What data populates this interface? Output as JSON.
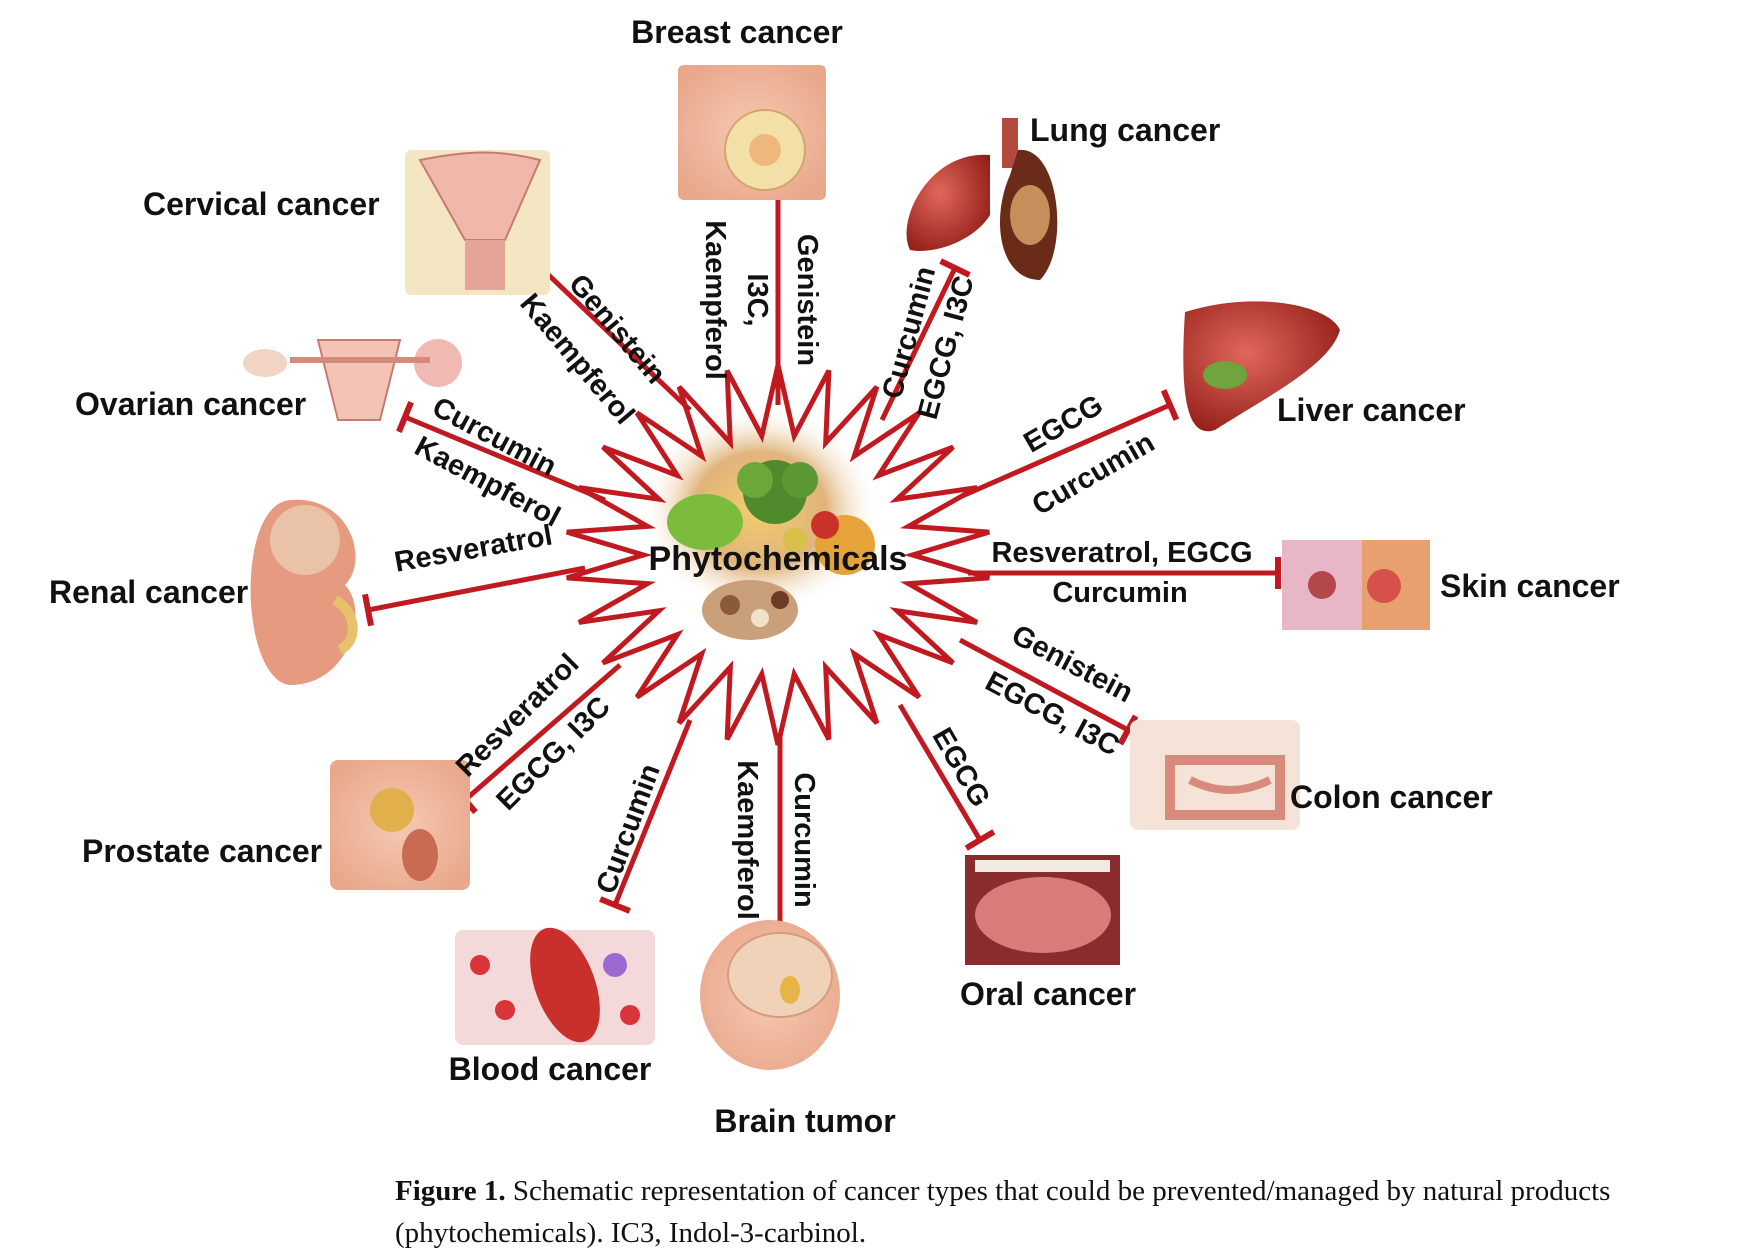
{
  "diagram": {
    "center_label": "Phytochemicals",
    "inhibition_color": "#c0191f",
    "cancers": {
      "breast": "Breast cancer",
      "lung": "Lung cancer",
      "liver": "Liver cancer",
      "skin": "Skin cancer",
      "colon": "Colon cancer",
      "oral": "Oral cancer",
      "brain": "Brain tumor",
      "blood": "Blood cancer",
      "prostate": "Prostate cancer",
      "renal": "Renal cancer",
      "ovarian": "Ovarian cancer",
      "cervical": "Cervical cancer"
    },
    "agents": {
      "breast_1": "Genistein",
      "breast_2": "I3C,",
      "breast_3": "Kaempferol",
      "lung_1": "Curcumin",
      "lung_2": "EGCG, I3C",
      "liver_1": "EGCG",
      "liver_2": "Curcumin",
      "skin_1": "Resveratrol, EGCG",
      "skin_2": "Curcumin",
      "colon_1": "Genistein",
      "colon_2": "EGCG, I3C",
      "oral_1": "EGCG",
      "brain_1": "Kaempferol",
      "brain_2": "Curcumin",
      "blood_1": "Curcumin",
      "prostate_1": "Resveratrol",
      "prostate_2": "EGCG, I3C",
      "renal_1": "Resveratrol",
      "ovarian_1": "Curcumin",
      "ovarian_2": "Kaempferol",
      "cervical_1": "Genistein",
      "cervical_2": "Kaempferol"
    }
  },
  "caption": {
    "label": "Figure 1.",
    "text": "Schematic representation of cancer types that could be prevented/managed by natural products (phytochemicals). IC3, Indol-3-carbinol."
  }
}
